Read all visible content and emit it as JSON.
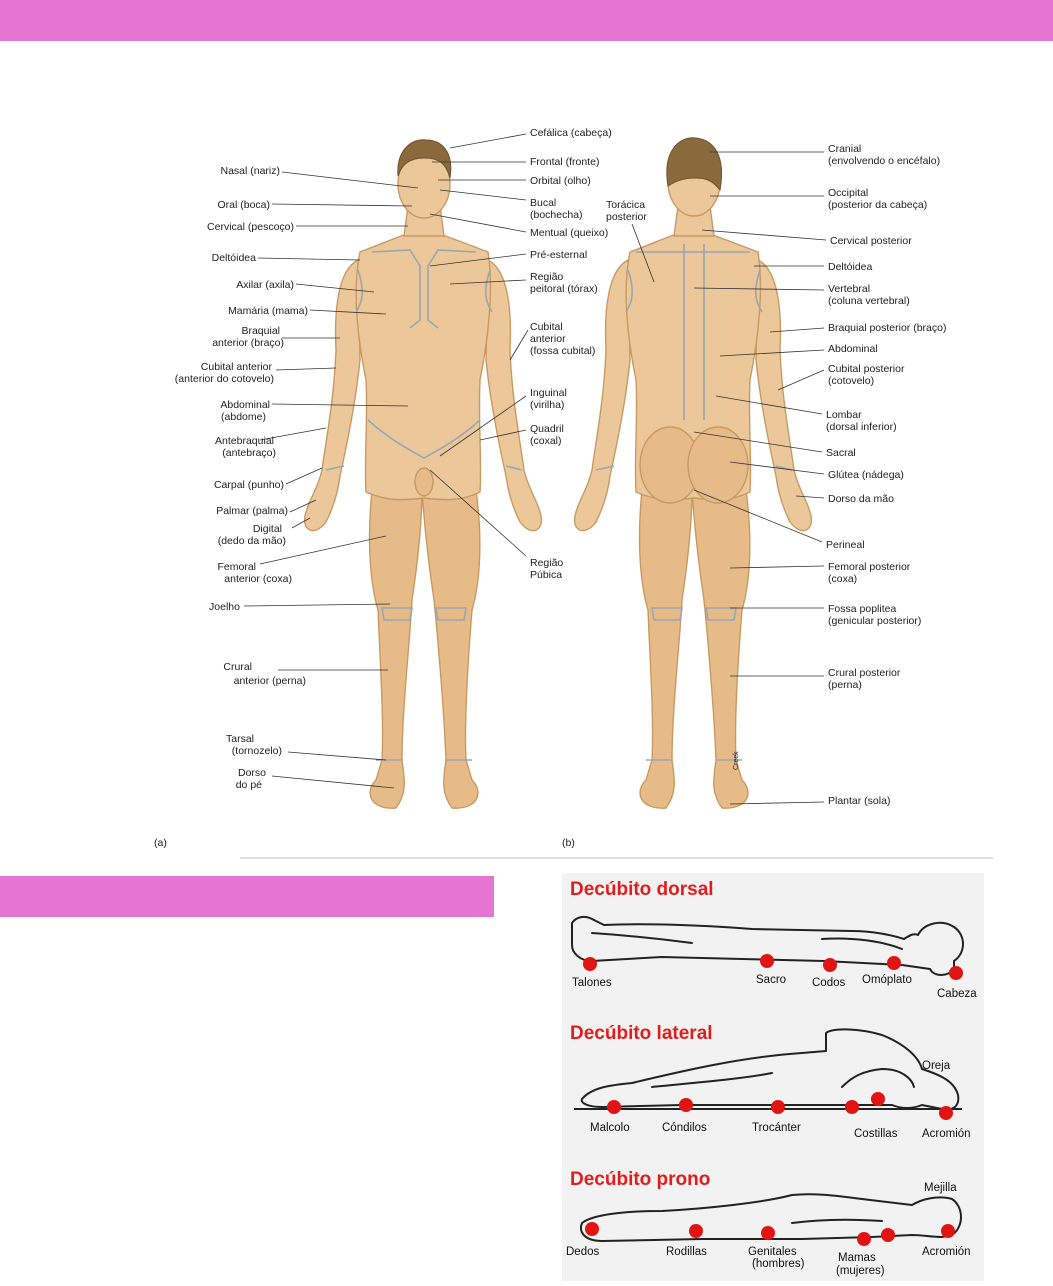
{
  "anterior": {
    "letter": "(a)",
    "labels": {
      "cefalica": "Cefálica (cabeça)",
      "frontal": "Frontal (fronte)",
      "orbital": "Orbital (olho)",
      "bucal_1": "Bucal",
      "bucal_2": "(bochecha)",
      "mentual": "Mentual (queixo)",
      "preesternal": "Pré-esternal",
      "peitoral_1": "Região",
      "peitoral_2": "peitoral (tórax)",
      "cubital_1": "Cubital",
      "cubital_2": "anterior",
      "cubital_3": "(fossa cubital)",
      "inguinal_1": "Inguinal",
      "inguinal_2": "(virilha)",
      "quadril_1": "Quadril",
      "quadril_2": "(coxal)",
      "pubica_1": "Região",
      "pubica_2": "Púbica",
      "nasal": "Nasal (nariz)",
      "oral": "Oral (boca)",
      "cervical": "Cervical (pescoço)",
      "deltoidea": "Deltóidea",
      "axilar": "Axilar (axila)",
      "mamaria": "Mamária (mama)",
      "braquial_1": "Braquial",
      "braquial_2": "anterior (braço)",
      "cubant_1": "Cubital anterior",
      "cubant_2": "(anterior do cotovelo)",
      "abdominal_1": "Abdominal",
      "abdominal_2": "(abdome)",
      "antebraquial_1": "Antebraquial",
      "antebraquial_2": "(antebraço)",
      "carpal": "Carpal (punho)",
      "palmar": "Palmar (palma)",
      "digital_1": "Digital",
      "digital_2": "(dedo da mão)",
      "femoral_1": "Femoral",
      "femoral_2": "anterior (coxa)",
      "joelho": "Joelho",
      "crural_1": "Crural",
      "crural_2": "anterior (perna)",
      "tarsal_1": "Tarsal",
      "tarsal_2": "(tornozelo)",
      "dorso_1": "Dorso",
      "dorso_2": "do pé"
    }
  },
  "posterior": {
    "letter": "(b)",
    "signature": "Creek",
    "labels": {
      "cranial_1": "Cranial",
      "cranial_2": "(envolvendo o encéfalo)",
      "occipital_1": "Occipital",
      "occipital_2": "(posterior da cabeça)",
      "toracica_1": "Torácica",
      "toracica_2": "posterior",
      "cervical_post": "Cervical posterior",
      "deltoidea": "Deltóidea",
      "vertebral_1": "Vertebral",
      "vertebral_2": "(coluna vertebral)",
      "braquial_post": "Braquial posterior (braço)",
      "abdominal": "Abdominal",
      "cubital_post_1": "Cubital posterior",
      "cubital_post_2": "(cotovelo)",
      "lombar_1": "Lombar",
      "lombar_2": "(dorsal inferior)",
      "sacral": "Sacral",
      "glutea": "Glútea (nádega)",
      "dorso_mao": "Dorso da mão",
      "perineal": "Perineal",
      "femoral_post_1": "Femoral posterior",
      "femoral_post_2": "(coxa)",
      "fossa_1": "Fossa poplitea",
      "fossa_2": "(genicular posterior)",
      "crural_post_1": "Crural posterior",
      "crural_post_2": "(perna)",
      "plantar": "Plantar (sola)"
    }
  },
  "positions": {
    "dorsal": {
      "title": "Decúbito dorsal",
      "labels": [
        "Talones",
        "Sacro",
        "Codos",
        "Omóplato",
        "Cabeza"
      ]
    },
    "lateral": {
      "title": "Decúbito lateral",
      "labels": [
        "Oreja",
        "Malcolo",
        "Cóndilos",
        "Trocánter",
        "Costillas",
        "Acromión"
      ]
    },
    "prono": {
      "title": "Decúbito prono",
      "labels": [
        "Mejilla",
        "Dedos",
        "Rodillas",
        "Genitales",
        "(hombres)",
        "Mamas",
        "(mujeres)",
        "Acromión"
      ]
    }
  },
  "colors": {
    "band": "#e574d3",
    "pressure_dot": "#e11414",
    "title_red": "#e11d1d",
    "skin": "#ecc79a"
  }
}
